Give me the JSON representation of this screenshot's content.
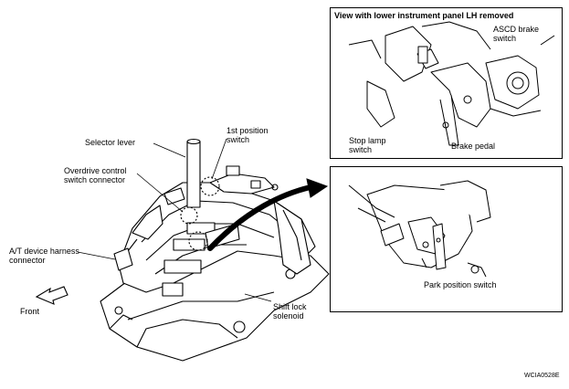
{
  "labels": {
    "selector_lever": "Selector lever",
    "first_position_switch": "1st position\nswitch",
    "overdrive_connector": "Overdrive control\nswitch connector",
    "at_harness_connector": "A/T device harness\nconnector",
    "front": "Front",
    "shift_lock_solenoid": "Shift lock\nsolenoid"
  },
  "inset_top": {
    "title": "View with lower instrument panel LH removed",
    "ascd_brake_switch": "ASCD brake\nswitch",
    "stop_lamp_switch": "Stop lamp\nswitch",
    "brake_pedal": "Brake pedal"
  },
  "inset_bottom": {
    "park_position_switch": "Park position switch"
  },
  "figure_code": "WCIA0528E"
}
